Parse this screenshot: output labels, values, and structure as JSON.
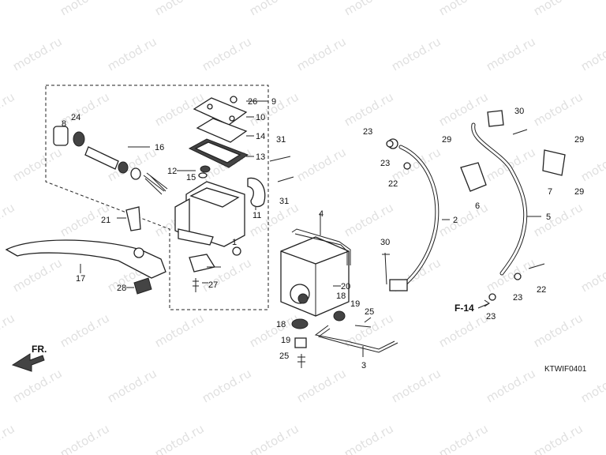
{
  "watermark": "motod.ru",
  "diagram_code": "KTWIF0401",
  "reference_label": "F-14",
  "direction_label": "FR.",
  "callouts": [
    "1",
    "2",
    "3",
    "4",
    "5",
    "6",
    "7",
    "8",
    "9",
    "10",
    "11",
    "12",
    "13",
    "14",
    "15",
    "16",
    "17",
    "18",
    "18",
    "19",
    "19",
    "20",
    "21",
    "22",
    "22",
    "23",
    "23",
    "23",
    "23",
    "24",
    "25",
    "25",
    "26",
    "27",
    "28",
    "29",
    "29",
    "29",
    "30",
    "30",
    "31",
    "31"
  ]
}
